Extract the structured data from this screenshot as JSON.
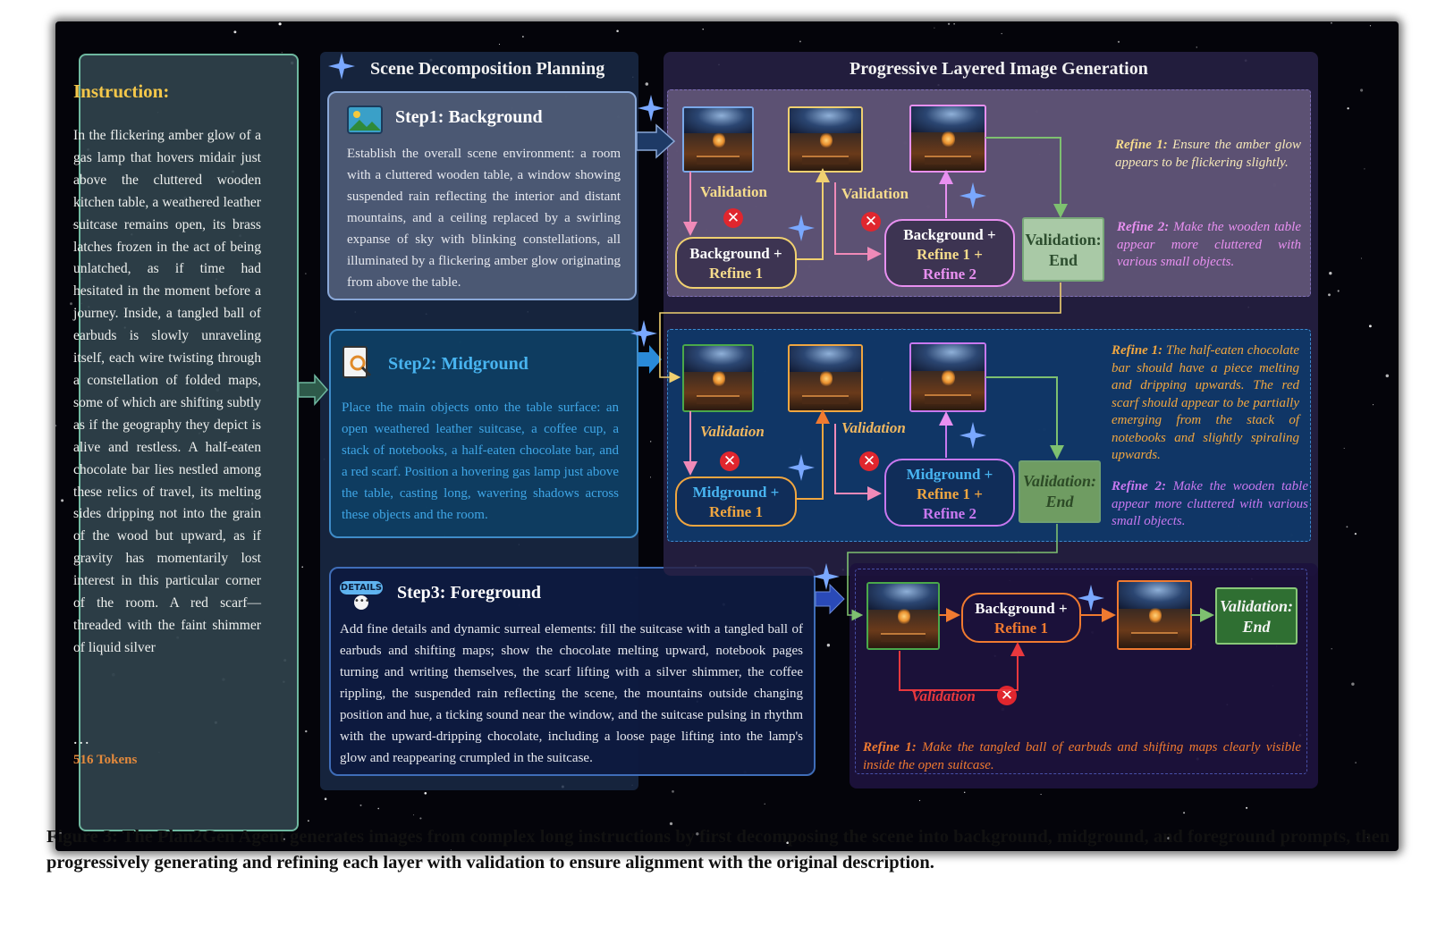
{
  "instruction": {
    "title": "Instruction:",
    "body": "In the flickering amber glow of a gas lamp that hovers midair just above the cluttered wooden kitchen table, a weathered leather suitcase remains open, its brass latches frozen in the act of being unlatched, as if time had hesitated in the moment before a journey. Inside, a tangled ball of earbuds is slowly unraveling itself, each wire twisting through a constellation of folded maps, some of which are shifting subtly as if the geography they depict is alive and restless. A half-eaten chocolate bar lies nestled among these relics of travel, its melting sides dripping not into the grain of the wood but upward, as if gravity has momentarily lost interest in this particular corner of the room. A red scarf—threaded with the faint shimmer of liquid silver",
    "ellipsis": "...",
    "tokens": "516 Tokens"
  },
  "planning": {
    "title": "Scene Decomposition Planning",
    "steps": [
      {
        "title": "Step1: Background",
        "icon": "landscape-picture-icon",
        "body": "Establish the overall scene environment: a room with a cluttered wooden table, a window showing suspended rain reflecting the interior and distant mountains, and a ceiling replaced by a swirling expanse of sky with blinking constellations, all illuminated by a flickering amber glow originating from above the table."
      },
      {
        "title": "Step2: Midground",
        "icon": "document-search-icon",
        "body": "Place the main objects onto the table surface: an open weathered leather suitcase, a coffee cup, a stack of notebooks, a half-eaten chocolate bar, and a red scarf. Position a hovering gas lamp just above the table, casting long, wavering shadows across these objects and the room."
      },
      {
        "title": "Step3: Foreground",
        "icon": "details-badge-icon",
        "icon_label": "DETAILS",
        "body": "Add fine details and dynamic surreal elements: fill the suitcase with a tangled ball of earbuds and shifting maps; show the chocolate melting upward, notebook pages turning and writing themselves, the scarf lifting with a silver shimmer, the coffee rippling, the suspended rain reflecting the scene, the mountains outside changing position and hue, a ticking sound near the window, and the suitcase pulsing in rhythm with the upward-dripping chocolate, including a loose page lifting into the lamp's glow and reappearing crumpled in the suitcase."
      }
    ]
  },
  "generation": {
    "title": "Progressive Layered Image Generation",
    "row1": {
      "validation_a": "Validation",
      "validation_b": "Validation",
      "node1": [
        "Background +",
        "Refine 1"
      ],
      "node2": [
        "Background +",
        "Refine 1 +",
        "Refine 2"
      ],
      "end": [
        "Validation:",
        "End"
      ],
      "refine1_label": "Refine 1:",
      "refine1_text": "Ensure the amber glow appears to be flickering slightly.",
      "refine2_label": "Refine 2:",
      "refine2_text": "Make the wooden table appear more cluttered with various small objects."
    },
    "row2": {
      "validation_a": "Validation",
      "validation_b": "Validation",
      "node1": [
        "Midground +",
        "Refine 1"
      ],
      "node2": [
        "Midground +",
        "Refine 1 +",
        "Refine 2"
      ],
      "end": [
        "Validation:",
        "End"
      ],
      "refine1_label": "Refine 1:",
      "refine1_text": "The half-eaten chocolate bar should have a piece melting and dripping upwards. The red scarf should appear to be partially emerging from the stack of notebooks and slightly spiraling upwards.",
      "refine2_label": "Refine 2:",
      "refine2_text": "Make the wooden table appear more cluttered with various small objects."
    },
    "row3": {
      "validation": "Validation",
      "node1": [
        "Background +",
        "Refine 1"
      ],
      "end": [
        "Validation:",
        "End"
      ],
      "refine1_label": "Refine 1:",
      "refine1_text": "Make the tangled ball of earbuds and shifting maps clearly visible inside the open suitcase."
    }
  },
  "caption": {
    "label": "Figure 3:",
    "text": "The Plan2Gen Agent generates images from complex long instructions by first decomposing the scene into background, midground, and foreground prompts, then progressively generating and refining each layer with validation to ensure alignment with the original description."
  },
  "colors": {
    "instruction_title": "#f4c74a",
    "tokens": "#e48a3c",
    "step1_title": "#ffffff",
    "step2_title": "#48b4f0",
    "row1_refine1": "#f6dc8c",
    "row1_refine2": "#e890f0",
    "row2_refine1": "#f0a640",
    "row2_refine2": "#c878f0",
    "row3_text": "#f07a30",
    "validation_end_bg": "#a9c9a6",
    "validation_end_dark": "#2f6f32"
  }
}
